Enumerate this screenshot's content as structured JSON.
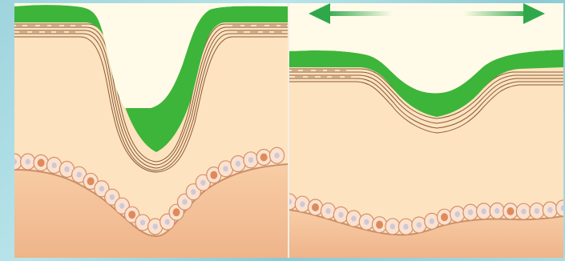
{
  "colors": {
    "background_frame": "#a6d8e0",
    "cavity": "#fffbe8",
    "stroma": "#fde3bf",
    "deep_tissue": "#f4c299",
    "green_layer": "#3db53a",
    "fiber_stroke": "#8a5a3a",
    "cell_fill": "#fbe2cf",
    "cell_border": "#d48e6a",
    "nucleus_light": "#d0c8d6",
    "nucleus_dark": "#e08a5a",
    "arrow": "#2fa84a"
  },
  "panels": [
    {
      "id": "left",
      "state": "deep-fold"
    },
    {
      "id": "right",
      "state": "stretched-shallow-fold",
      "arrows": [
        "left-arrow-icon",
        "right-arrow-icon"
      ]
    }
  ]
}
